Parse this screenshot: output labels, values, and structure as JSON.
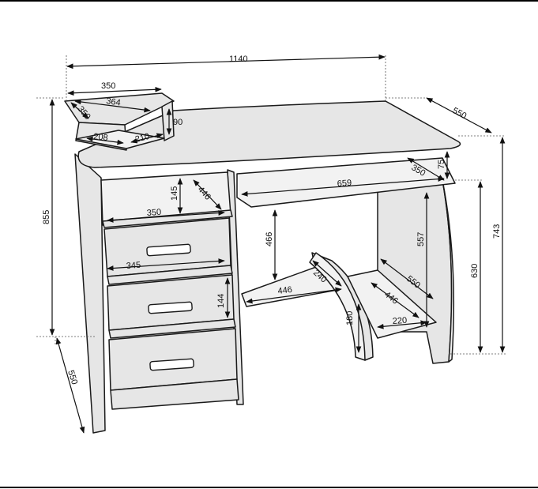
{
  "dimensions": {
    "total_width": "1140",
    "depth": "550",
    "total_height": "855",
    "desk_height": "743",
    "inner_height": "630",
    "shelf_width": "350",
    "shelf_diag": "364",
    "shelf_depth": "350",
    "shelf_height": "90",
    "shelf_back": "208",
    "shelf_front": "210",
    "cabinet_top_h": "145",
    "cabinet_depth": "446",
    "cabinet_width": "350",
    "drawer_width": "345",
    "drawer_h": "144",
    "keyboard_width": "659",
    "keyboard_depth": "350",
    "keyboard_h": "75",
    "leg_gap_h": "466",
    "low_shelf_w": "446",
    "low_shelf_d": "240",
    "foot_h": "180",
    "leg_inner_h": "557",
    "right_depth": "550",
    "right_inner_depth": "446",
    "right_shelf_w": "220",
    "base_depth": "550"
  }
}
